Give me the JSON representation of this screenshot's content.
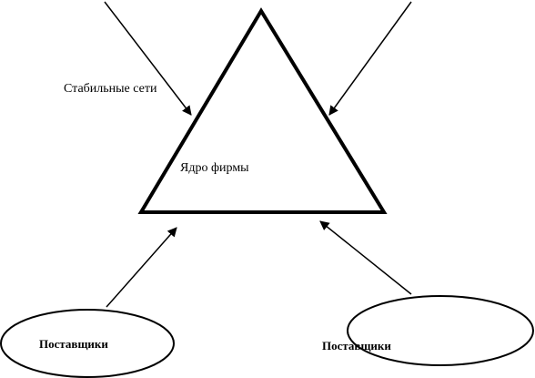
{
  "labels": {
    "stable_networks": "Стабильные сети",
    "firm_core": "Ядро фирмы",
    "supplier_left": "Поставщики",
    "supplier_right": "Поставщики"
  },
  "colors": {
    "stroke": "#000000",
    "background": "#ffffff"
  }
}
